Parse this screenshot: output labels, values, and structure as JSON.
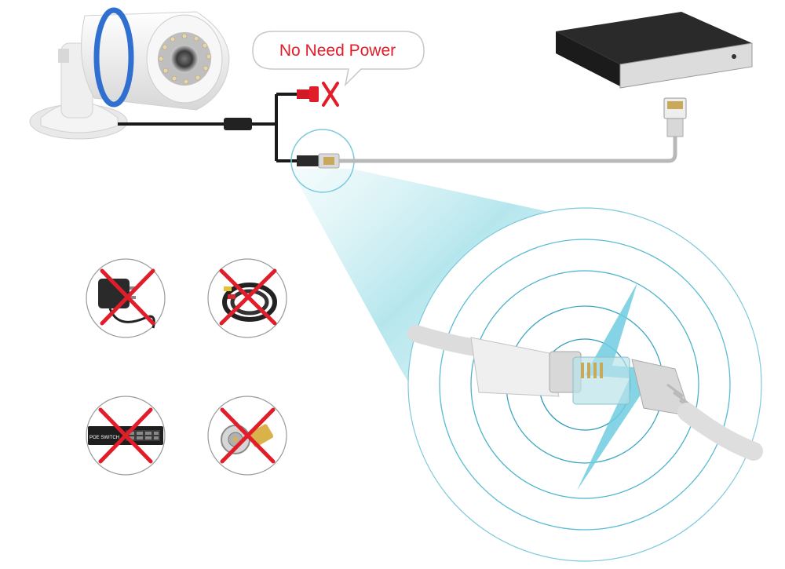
{
  "callout": {
    "text": "No Need Power"
  },
  "crossed_items": [
    {
      "name": "power-adapter"
    },
    {
      "name": "coaxial-power-cable"
    },
    {
      "name": "poe-switch",
      "label": "POE SWITCH"
    },
    {
      "name": "bnc-connector"
    }
  ],
  "colors": {
    "accent": "#e11d2a",
    "ring": "#7cc9dc",
    "beam": "#b9e8ee",
    "bolt": "#74cfe0",
    "cable": "#1a1a1a",
    "lan_cable": "#b8b8b8",
    "camera_body": "#f2f2f2",
    "camera_ring": "#2f6fd0"
  }
}
